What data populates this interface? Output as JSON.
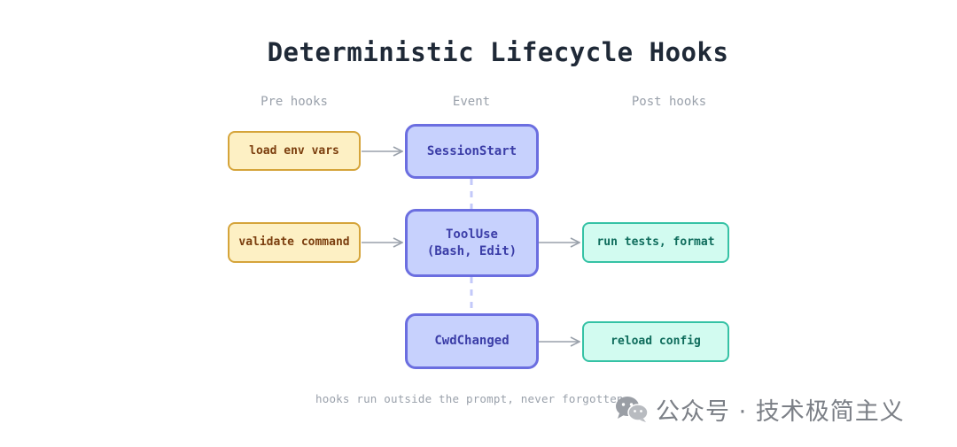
{
  "title": "Deterministic Lifecycle Hooks",
  "columns": {
    "pre": "Pre hooks",
    "event": "Event",
    "post": "Post hooks"
  },
  "pre_hooks": [
    "load env vars",
    "validate command"
  ],
  "events": [
    "SessionStart",
    "ToolUse\n(Bash, Edit)",
    "CwdChanged"
  ],
  "post_hooks": [
    "run tests, format",
    "reload config"
  ],
  "footer": "hooks run outside the prompt, never forgotten",
  "watermark": {
    "icon": "wechat-icon",
    "text": "公众号 · 技术极简主义"
  },
  "colors": {
    "pre_fill": "#fdf0c4",
    "pre_border": "#d5a43a",
    "event_fill": "#c7d1fd",
    "event_border": "#6b6ee0",
    "post_fill": "#d2fbf0",
    "post_border": "#35c2a5",
    "connector": "#c3c9fa",
    "arrow": "#9aa1ab"
  }
}
